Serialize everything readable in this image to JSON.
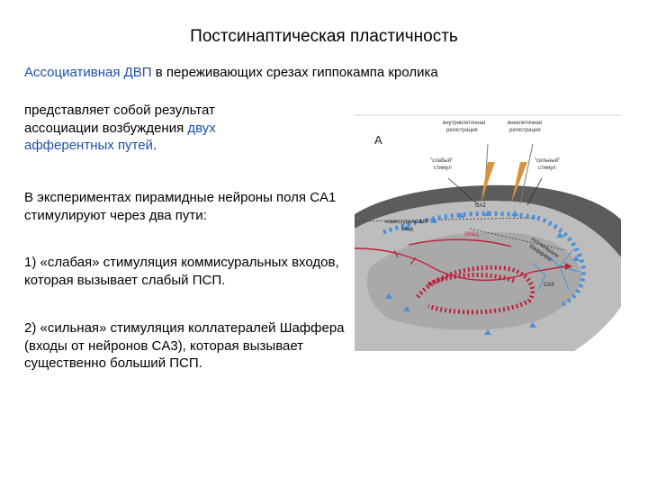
{
  "slide": {
    "title": "Постсинаптическая пластичность",
    "subtitle": {
      "part1": "Ассоциативная ДВП",
      "part2": " в переживающих срезах гиппокампа кролика"
    },
    "paragraph1": {
      "part1": "представляет собой результат ассоциации возбуждения ",
      "part2": "двух афферентных путей",
      "part3": "."
    },
    "paragraph2": "В экспериментах пирамидные нейроны поля CA1 стимулируют через два пути:",
    "paragraph3": "1) «слабая» стимуляция коммисуральных входов, которая вызывает слабый ПСП.",
    "paragraph4": "2) «сильная» стимуляция коллатералей Шаффера (входы от нейронов CA3), которая вызывает существенно больший ПСП."
  },
  "figure": {
    "panel_label": "А",
    "intracellular_label": [
      "внутриклеточная",
      "регистрация"
    ],
    "extracellular_label": [
      "внеклеточная",
      "регистрация"
    ],
    "weak_label": [
      "\"слабый\"",
      "стимул"
    ],
    "strong_label": [
      "\"сильный\"",
      "стимул"
    ],
    "ca1_label": "CA1",
    "ca3_label": "CA3",
    "commissural_label": [
      "комиссуральный",
      "вход"
    ],
    "schaffer_label": [
      "коллатерали",
      "Шаффера"
    ],
    "dg_label": "ЗУБЦ"
  },
  "colors": {
    "accent_blue": "#1f4fa8",
    "slice_fill": "#bdbdbd",
    "slice_edge": "#6b6b6b",
    "neuron_red": "#c0203a",
    "neuron_blue": "#4a90d9"
  }
}
